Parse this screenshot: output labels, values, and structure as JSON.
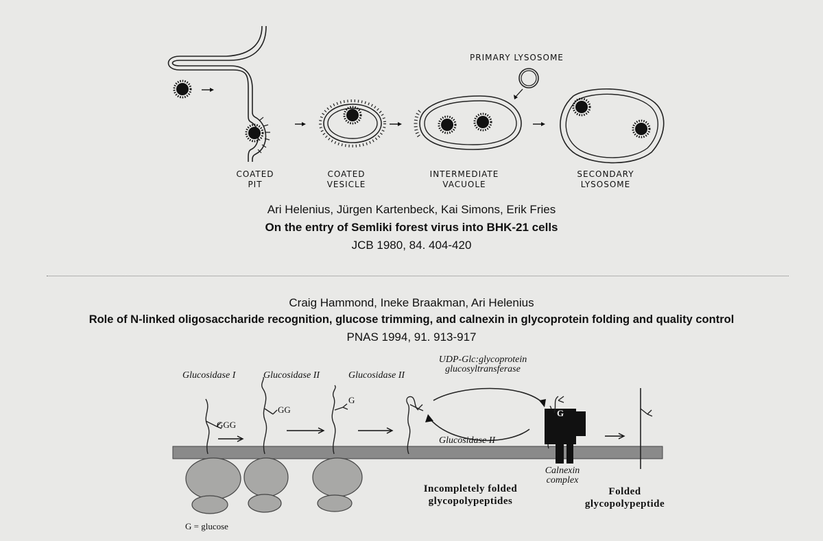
{
  "paper1": {
    "authors": "Ari Helenius, Jürgen Kartenbeck, Kai Simons, Erik Fries",
    "title": "On the entry of Semliki forest virus into BHK-21 cells",
    "journal": "JCB 1980, 84. 404-420",
    "figure": {
      "primary_lysosome": "PRIMARY LYSOSOME",
      "stages": [
        {
          "line1": "COATED",
          "line2": "PIT"
        },
        {
          "line1": "COATED",
          "line2": "VESICLE"
        },
        {
          "line1": "INTERMEDIATE",
          "line2": "VACUOLE"
        },
        {
          "line1": "SECONDARY",
          "line2": "LYSOSOME"
        }
      ]
    }
  },
  "paper2": {
    "authors": "Craig Hammond, Ineke Braakman, Ari Helenius",
    "title": "Role of N-linked oligosaccharide recognition, glucose trimming, and calnexin in glycoprotein folding and quality control",
    "journal": "PNAS 1994, 91. 913-917",
    "figure": {
      "enzymes": [
        "Glucosidase I",
        "Glucosidase II",
        "Glucosidase II"
      ],
      "transferase_line1": "UDP-Glc:glycoprotein",
      "transferase_line2": "glucosyltransferase",
      "reverse_enzyme": "Glucosidase II",
      "glucose_labels": [
        "GGG",
        "GG",
        "G",
        "G"
      ],
      "calnexin_line1": "Calnexin",
      "calnexin_line2": "complex",
      "incomplete_line1": "Incompletely  folded",
      "incomplete_line2": "glycopolypeptides",
      "folded_line1": "Folded",
      "folded_line2": "glycopolypeptide",
      "legend": "G  =  glucose"
    }
  }
}
